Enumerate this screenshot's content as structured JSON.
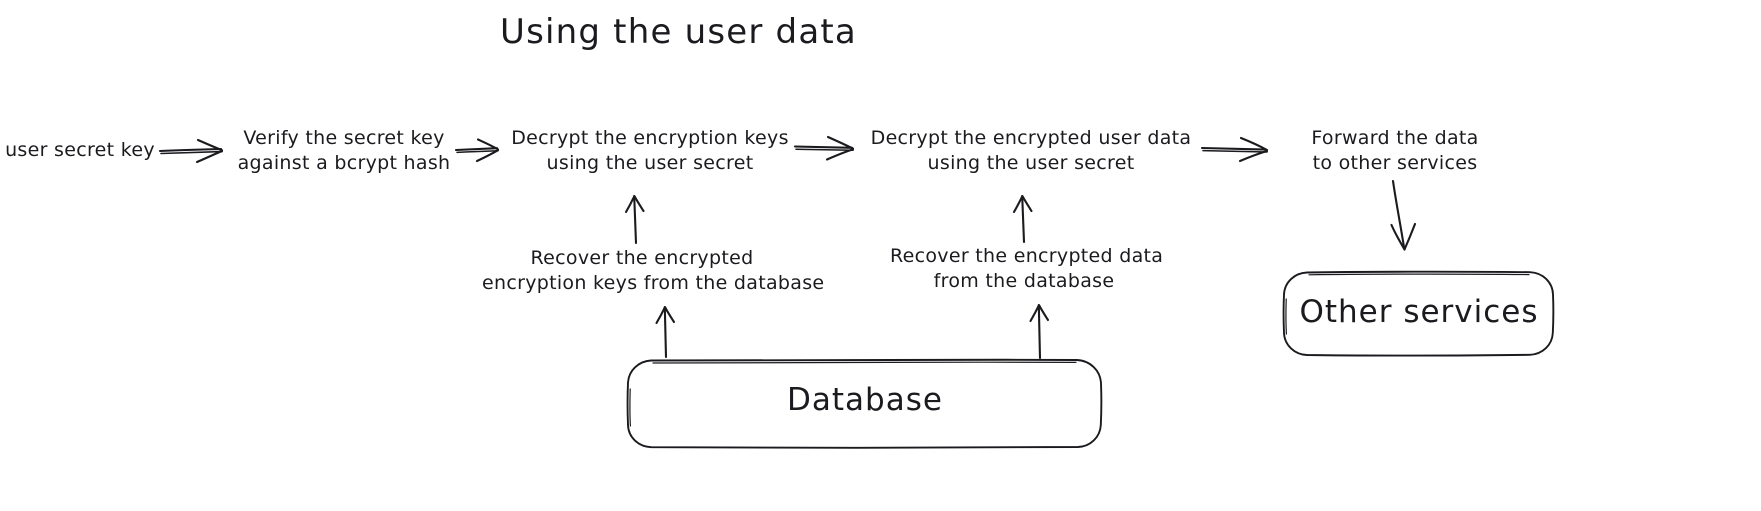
{
  "diagram": {
    "title": "Using the user data",
    "background_color": "#ffffff",
    "stroke_color": "#1b1b1f",
    "style": "hand-drawn",
    "nodes": {
      "user_secret_key": "user secret key",
      "verify_step": "Verify the secret key\nagainst a bcrypt hash",
      "decrypt_keys_step": "Decrypt the encryption keys\nusing the user secret",
      "decrypt_data_step": "Decrypt the encrypted user data\nusing the user secret",
      "forward_step": "Forward the data\nto other services",
      "recover_keys_label": "Recover the encrypted\nencryption keys from the database",
      "recover_data_label": "Recover the encrypted data\nfrom the database",
      "database_box": "Database",
      "other_services_box": "Other services"
    },
    "edges": [
      {
        "name": "arrow-secret-to-verify",
        "from": "user secret key",
        "to": "Verify the secret key against a bcrypt hash",
        "direction": "right"
      },
      {
        "name": "arrow-verify-to-decrypt-keys",
        "from": "Verify the secret key against a bcrypt hash",
        "to": "Decrypt the encryption keys using the user secret",
        "direction": "right"
      },
      {
        "name": "arrow-decrypt-keys-to-decrypt-data",
        "from": "Decrypt the encryption keys using the user secret",
        "to": "Decrypt the encrypted user data using the user secret",
        "direction": "right"
      },
      {
        "name": "arrow-decrypt-data-to-forward",
        "from": "Decrypt the encrypted user data using the user secret",
        "to": "Forward the data to other services",
        "direction": "right"
      },
      {
        "name": "arrow-forward-to-other-services",
        "from": "Forward the data to other services",
        "to": "Other services",
        "direction": "down"
      },
      {
        "name": "arrow-recover-keys-up",
        "from": "Recover the encrypted encryption keys from the database",
        "to": "Decrypt the encryption keys using the user secret",
        "direction": "up"
      },
      {
        "name": "arrow-recover-data-up",
        "from": "Recover the encrypted data from the database",
        "to": "Decrypt the encrypted user data using the user secret",
        "direction": "up"
      },
      {
        "name": "arrow-database-to-recover-keys",
        "from": "Database",
        "to": "Recover the encrypted encryption keys from the database",
        "direction": "up"
      },
      {
        "name": "arrow-database-to-recover-data",
        "from": "Database",
        "to": "Recover the encrypted data from the database",
        "direction": "up"
      }
    ]
  }
}
